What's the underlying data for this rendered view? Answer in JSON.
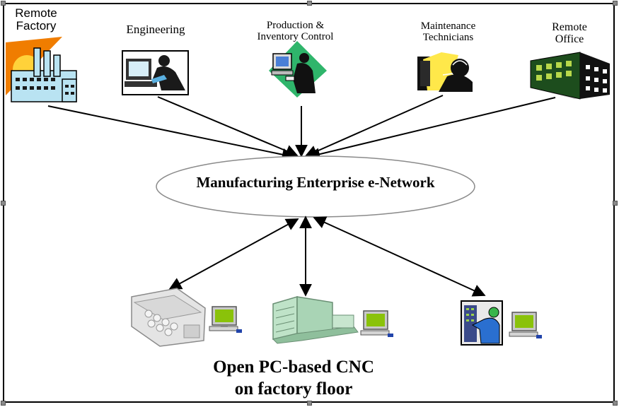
{
  "nodes": {
    "remote_factory": {
      "label": "Remote\nFactory",
      "icon": "factory-icon"
    },
    "engineering": {
      "label": "Engineering",
      "icon": "engineer-computer-icon"
    },
    "production": {
      "label": "Production &\nInventory Control",
      "icon": "operator-computer-icon"
    },
    "maintenance": {
      "label": "Maintenance\nTechnicians",
      "icon": "technician-headset-icon"
    },
    "remote_office": {
      "label": "Remote\nOffice",
      "icon": "office-building-icon"
    }
  },
  "hub": {
    "label": "Manufacturing Enterprise e-Network"
  },
  "floor": {
    "title": "Open PC-based CNC\non factory floor",
    "machines": [
      {
        "icon": "cnc-machine-icon"
      },
      {
        "icon": "factory-line-icon"
      },
      {
        "icon": "operator-panel-icon"
      }
    ]
  },
  "colors": {
    "orange": "#f07d00",
    "green": "#2fb56b",
    "yellow": "#ffe84a",
    "pc_screen": "#8ac20a",
    "building": "#1d4d1d"
  }
}
